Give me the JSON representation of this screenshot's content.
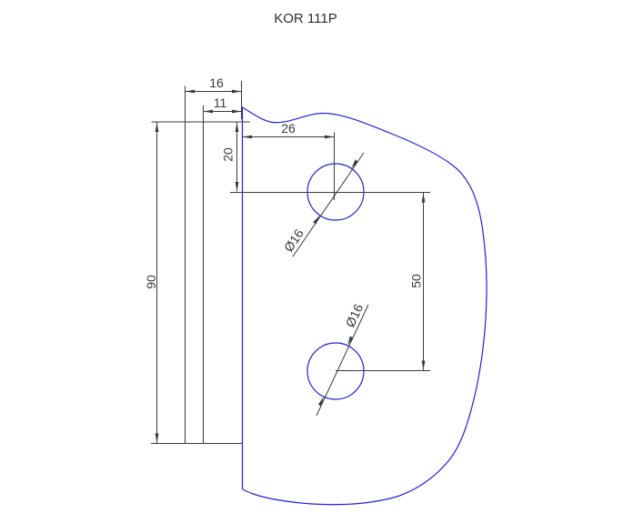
{
  "title": "KOR 111P",
  "colors": {
    "outline": "#2222dd",
    "dimension": "#3a3a3a",
    "text": "#2e2e2e",
    "background": "#ffffff"
  },
  "dimensions": {
    "plate_thickness": "16",
    "plate_inner": "11",
    "hole_offset_x": "26",
    "hole_offset_y": "20",
    "plate_height": "90",
    "hole_spacing": "50",
    "hole_diameter_top": "Ø16",
    "hole_diameter_bottom": "Ø16"
  }
}
